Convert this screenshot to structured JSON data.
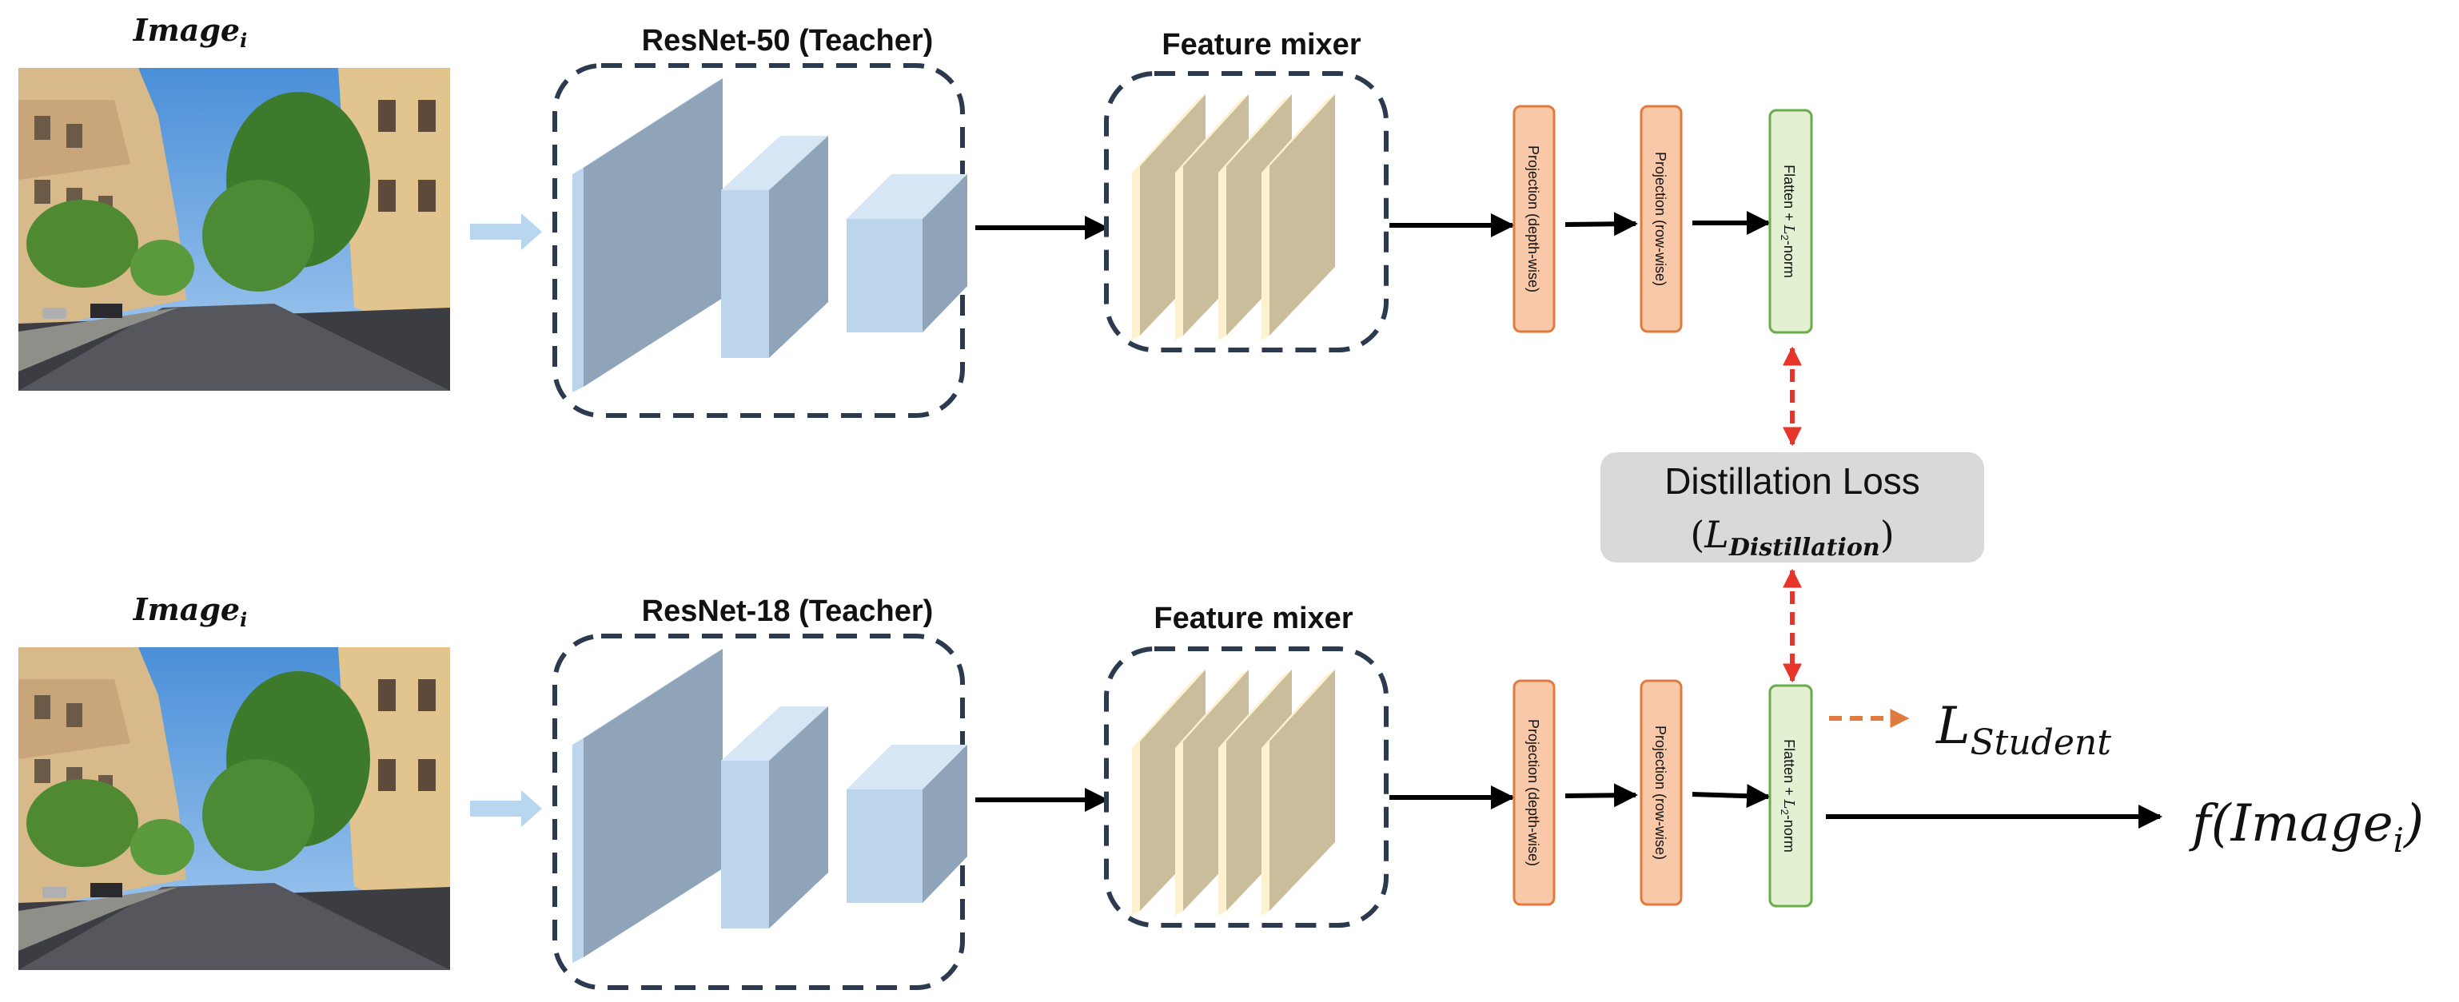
{
  "top_row": {
    "image_label": "Image",
    "image_label_sub": "i",
    "backbone_title": "ResNet-50 (Teacher)",
    "mixer_title": "Feature mixer",
    "projection_depth_label": "Projection (depth-wise)",
    "projection_row_label": "Projection (row-wise)",
    "flatten_label": "Flatten + ",
    "flatten_norm_symbol": "L",
    "flatten_norm_sub": "2",
    "flatten_norm_suffix": "-norm"
  },
  "bottom_row": {
    "image_label": "Image",
    "image_label_sub": "i",
    "backbone_title": "ResNet-18 (Teacher)",
    "mixer_title": "Feature mixer",
    "projection_depth_label": "Projection (depth-wise)",
    "projection_row_label": "Projection (row-wise)",
    "flatten_label": "Flatten + ",
    "flatten_norm_symbol": "L",
    "flatten_norm_sub": "2",
    "flatten_norm_suffix": "-norm",
    "student_loss_symbol": "L",
    "student_loss_sub": "Student",
    "output_prefix": "f(",
    "output_image": "Image",
    "output_sub": "i",
    "output_suffix": ")"
  },
  "distillation": {
    "title": "Distillation Loss",
    "formula_open": "(",
    "formula_symbol": "L",
    "formula_sub": "Distillation",
    "formula_close": ")"
  },
  "colors": {
    "projection_fill": "#f8c8a9",
    "projection_stroke": "#e07b40",
    "flatten_fill": "#e3f1d2",
    "flatten_stroke": "#6aab4a",
    "loss_box": "#d9d9d9",
    "dashed_border": "#2b3a4e",
    "cube_front": "#8fa4b8",
    "cube_light": "#bcd5ec",
    "mixer_sheet": "#c9bd9c",
    "mixer_edge": "#fdf1cf",
    "red_arrow": "#e8352a",
    "orange_arrow": "#e07b40",
    "input_arrow": "#b9d6f0"
  }
}
